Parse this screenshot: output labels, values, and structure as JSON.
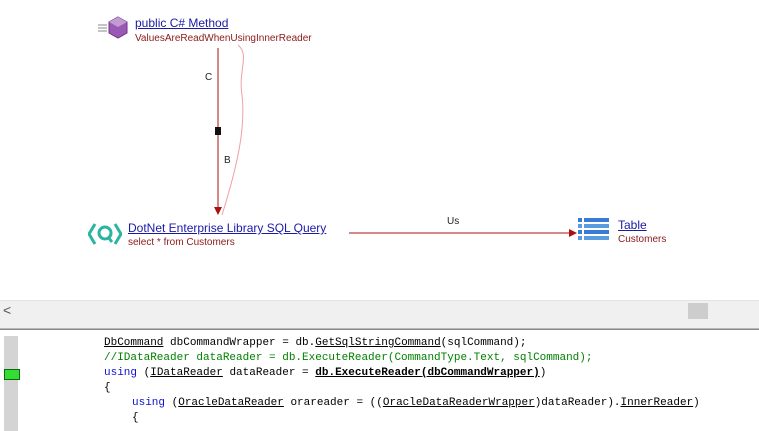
{
  "diagram": {
    "method_node": {
      "icon": "csharp-method-icon",
      "title": " public C# Method",
      "subtitle": "ValuesAreReadWhenUsingInnerReader"
    },
    "query_node": {
      "icon": "sql-query-icon",
      "title": "DotNet Enterprise Library SQL Query",
      "subtitle": "select * from Customers"
    },
    "table_node": {
      "icon": "table-icon",
      "title": "Table",
      "subtitle": "Customers"
    },
    "edges": {
      "c_label": "C",
      "b_label": "B",
      "us_label": "Us"
    },
    "colors": {
      "link": "#1a1aa6",
      "subtitle": "#8b1a1a",
      "edge": "#aa1111",
      "marker": "#33dd33"
    }
  },
  "scrollbar": {
    "left_arrow": "<"
  },
  "code": {
    "line1": {
      "a": "DbCommand",
      "b": " dbCommandWrapper = db.",
      "c": "GetSqlStringCommand",
      "d": "(sqlCommand);"
    },
    "line2": "//IDataReader dataReader = db.ExecuteReader(CommandType.Text, sqlCommand);",
    "line3": {
      "kw": "using",
      "a": " (",
      "b": "IDataReader",
      "c": " dataReader = ",
      "d": "db.ExecuteReader(dbCommandWrapper)",
      "e": ")"
    },
    "line4": "{",
    "line5": {
      "kw": "using",
      "a": " (",
      "b": "OracleDataReader",
      "c": " orareader = ((",
      "d": "OracleDataReaderWrapper",
      "e": ")dataReader).",
      "f": "InnerReader",
      "g": ")"
    },
    "line6": "{"
  }
}
